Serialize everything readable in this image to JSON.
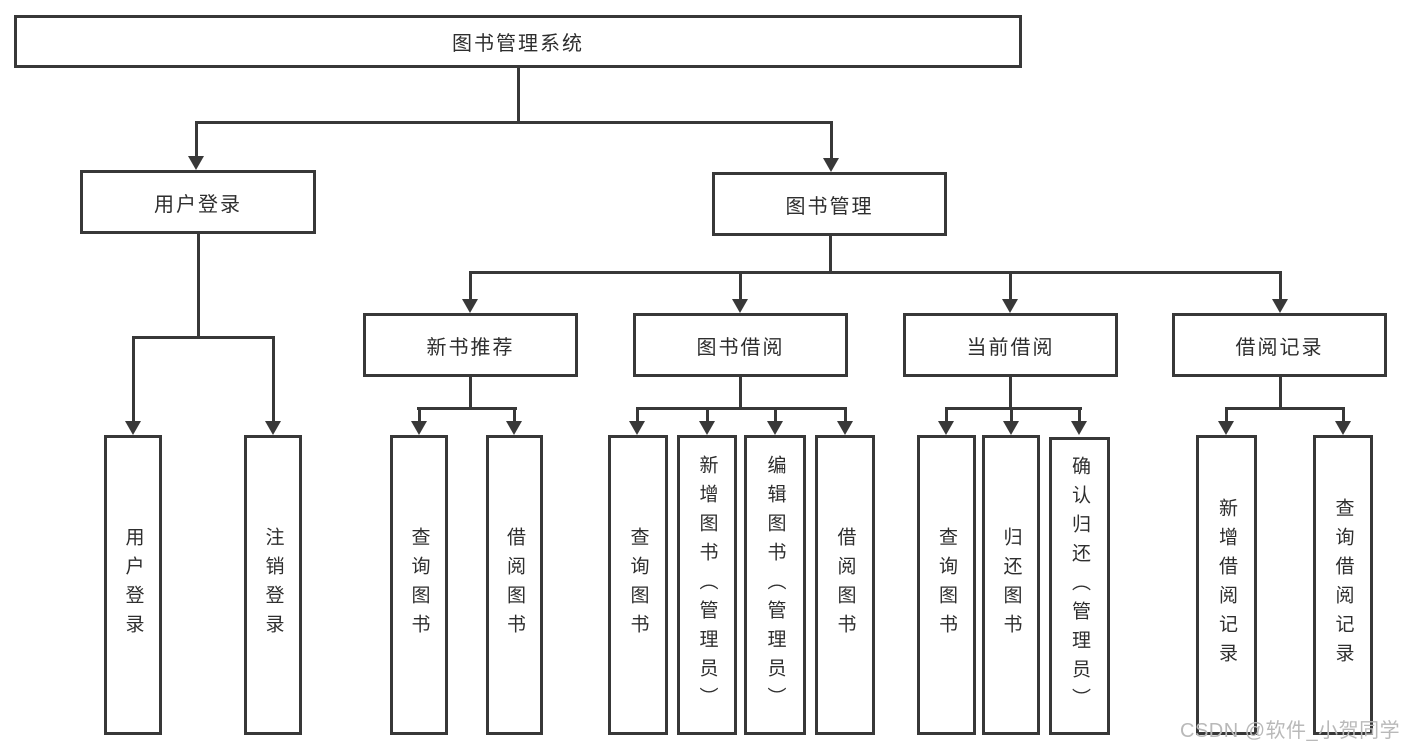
{
  "diagram": {
    "title": "图书管理系统",
    "watermark": "CSDN @软件_小贺同学",
    "colors": {
      "line": "#383838",
      "text": "#2e2e2e",
      "watermark_text": "#b9b9b9",
      "background": "#ffffff"
    },
    "branches": [
      {
        "label": "用户登录",
        "children": [
          {
            "label": "用户登录"
          },
          {
            "label": "注销登录"
          }
        ]
      },
      {
        "label": "图书管理",
        "children": [
          {
            "label": "新书推荐",
            "children": [
              {
                "label": "查询图书"
              },
              {
                "label": "借阅图书"
              }
            ]
          },
          {
            "label": "图书借阅",
            "children": [
              {
                "label": "查询图书"
              },
              {
                "label": "新增图书（管理员）"
              },
              {
                "label": "编辑图书（管理员）"
              },
              {
                "label": "借阅图书"
              }
            ]
          },
          {
            "label": "当前借阅",
            "children": [
              {
                "label": "查询图书"
              },
              {
                "label": "归还图书"
              },
              {
                "label": "确认归还（管理员）"
              }
            ]
          },
          {
            "label": "借阅记录",
            "children": [
              {
                "label": "新增借阅记录"
              },
              {
                "label": "查询借阅记录"
              }
            ]
          }
        ]
      }
    ]
  }
}
